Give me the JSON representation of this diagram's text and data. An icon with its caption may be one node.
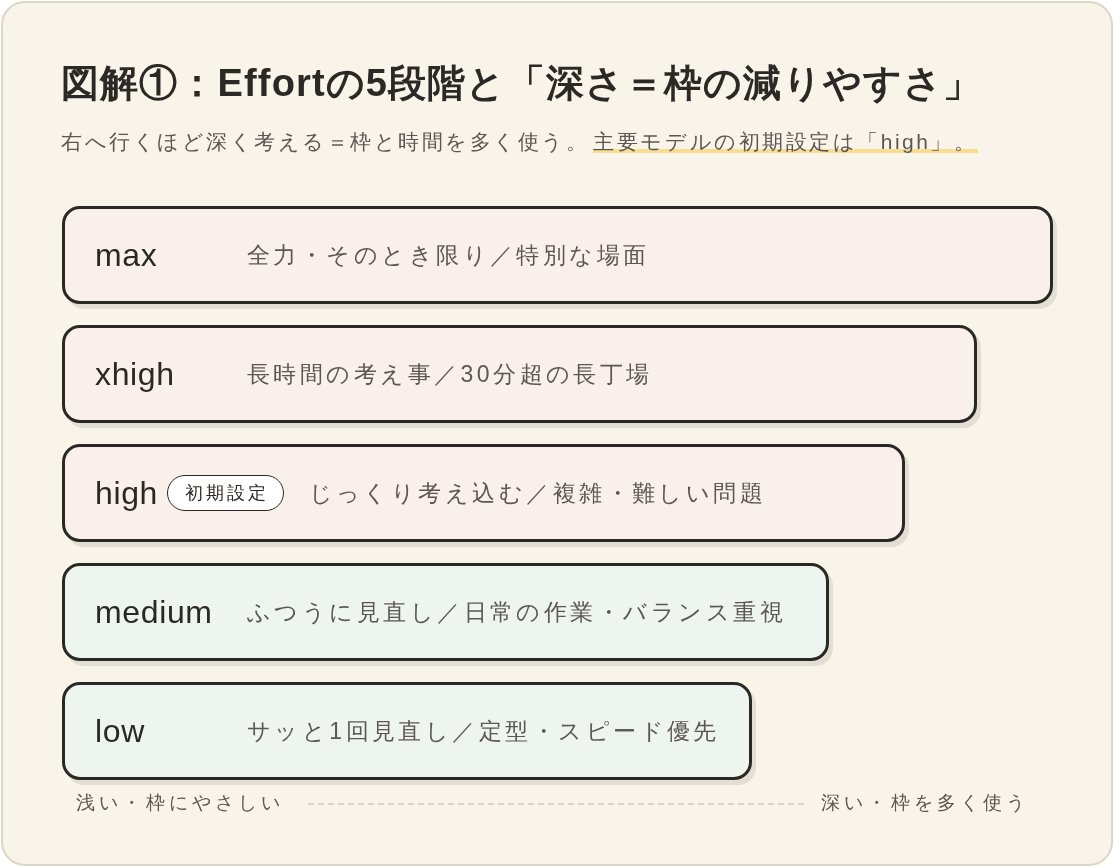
{
  "diagram": {
    "title": "図解①：Effortの5段階と「深さ＝枠の減りやすさ」",
    "caption": "右へ行くほど深く考える＝枠と時間を多く使う。",
    "nodes": [
      {
        "text": [
          "max",
          "全力・そのとき限り／特別な場面"
        ]
      },
      {
        "text": [
          "xhigh",
          "長時間の考え事／30分超の長丁場"
        ]
      },
      {
        "text": [
          "high",
          "じっくり考え込む／複雑・難しい問題"
        ]
      },
      {
        "text": [
          "初期設定"
        ],
        "in": 2
      },
      {
        "text": [
          "medium",
          "ふつうに見直し／日常の作業・バランス重視"
        ]
      },
      {
        "text": [
          "low",
          "サッと1回見直し／定型・スピード優先"
        ]
      }
    ],
    "labels": [
      "主要モデルの初期設定は「high」。",
      "浅い・枠にやさしい",
      "深い・枠を多く使う"
    ]
  }
}
